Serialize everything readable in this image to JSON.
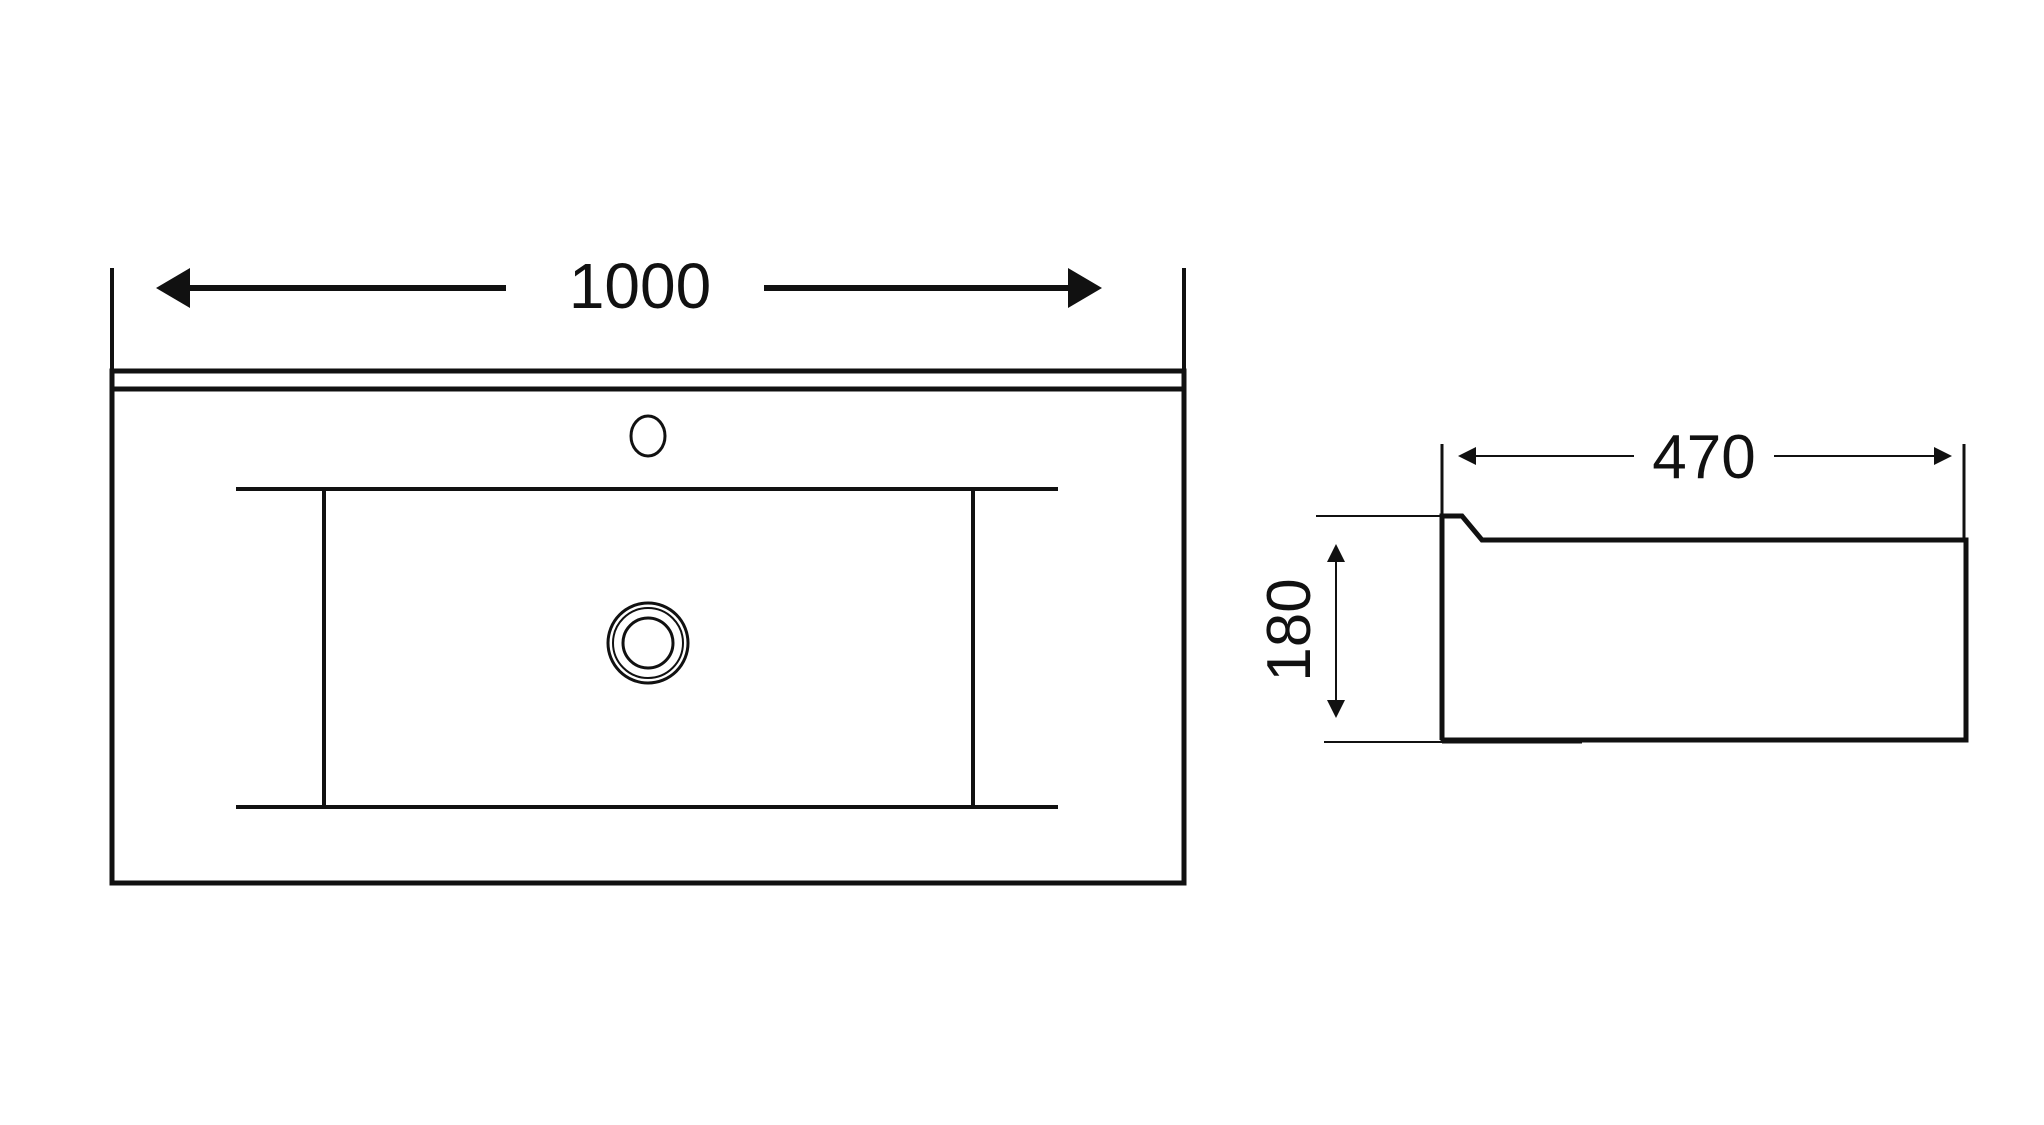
{
  "colors": {
    "line": "#111111",
    "background": "#ffffff"
  },
  "dimensions": {
    "width": "1000",
    "depth": "470",
    "height": "180"
  }
}
